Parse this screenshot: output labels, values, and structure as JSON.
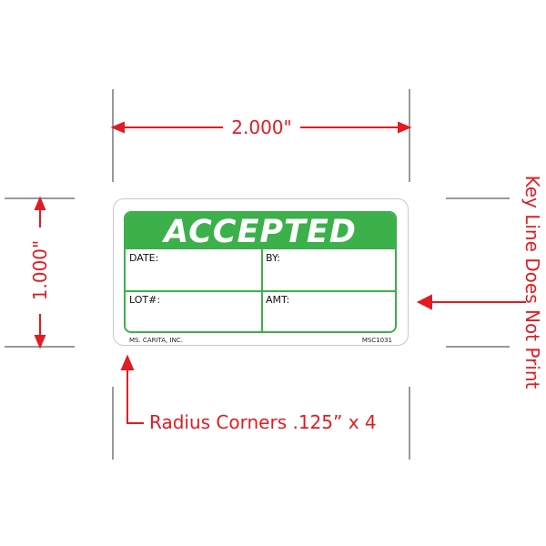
{
  "dimensions": {
    "width": "2.000\"",
    "height": "1.000\"",
    "note_keyline": "Key Line Does Not Print",
    "note_radius": "Radius Corners .125” x 4"
  },
  "label": {
    "title": "ACCEPTED",
    "fields": [
      "DATE:",
      "BY:",
      "LOT#:",
      "AMT:"
    ],
    "company": "MS. CARITA, INC.",
    "code": "MSC1031"
  },
  "colors": {
    "green": "#3cb04a",
    "red": "#e31b23"
  }
}
